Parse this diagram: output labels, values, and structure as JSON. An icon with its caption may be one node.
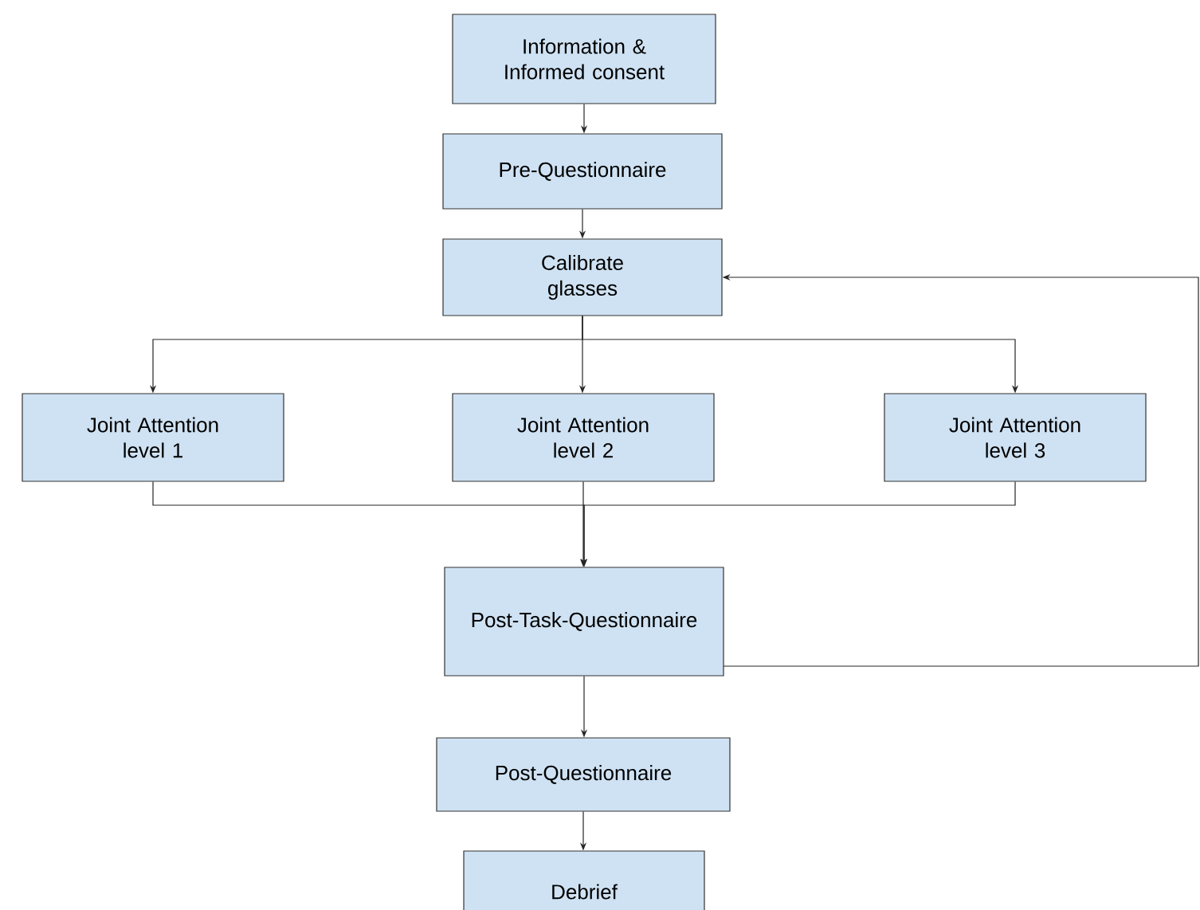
{
  "diagram": {
    "nodes": [
      {
        "text": [
          "Information & Informed consent"
        ]
      },
      {
        "text": [
          "Pre-Questionnaire"
        ]
      },
      {
        "text": [
          "Calibrate glasses"
        ]
      },
      {
        "text": [
          "Joint Attention level 1"
        ]
      },
      {
        "text": [
          "Joint Attention level 2"
        ]
      },
      {
        "text": [
          "Joint Attention level 3"
        ]
      },
      {
        "text": [
          "Post-Task-Questionnaire"
        ]
      },
      {
        "text": [
          "Post-Questionnaire"
        ]
      },
      {
        "text": [
          "Debrief"
        ]
      }
    ],
    "edges": [
      {
        "from": 0,
        "to": 1,
        "arrow": "to"
      },
      {
        "from": 1,
        "to": 2,
        "arrow": "to"
      },
      {
        "from": 2,
        "to": 3,
        "arrow": "to"
      },
      {
        "from": 2,
        "to": 4,
        "arrow": "to"
      },
      {
        "from": 2,
        "to": 5,
        "arrow": "to"
      },
      {
        "from": 3,
        "to": 6,
        "arrow": "to"
      },
      {
        "from": 4,
        "to": 6,
        "arrow": "to"
      },
      {
        "from": 5,
        "to": 6,
        "arrow": "to"
      },
      {
        "from": 6,
        "to": 2,
        "arrow": "to"
      },
      {
        "from": 6,
        "to": 7,
        "arrow": "to"
      },
      {
        "from": 7,
        "to": 8,
        "arrow": "to"
      }
    ]
  }
}
